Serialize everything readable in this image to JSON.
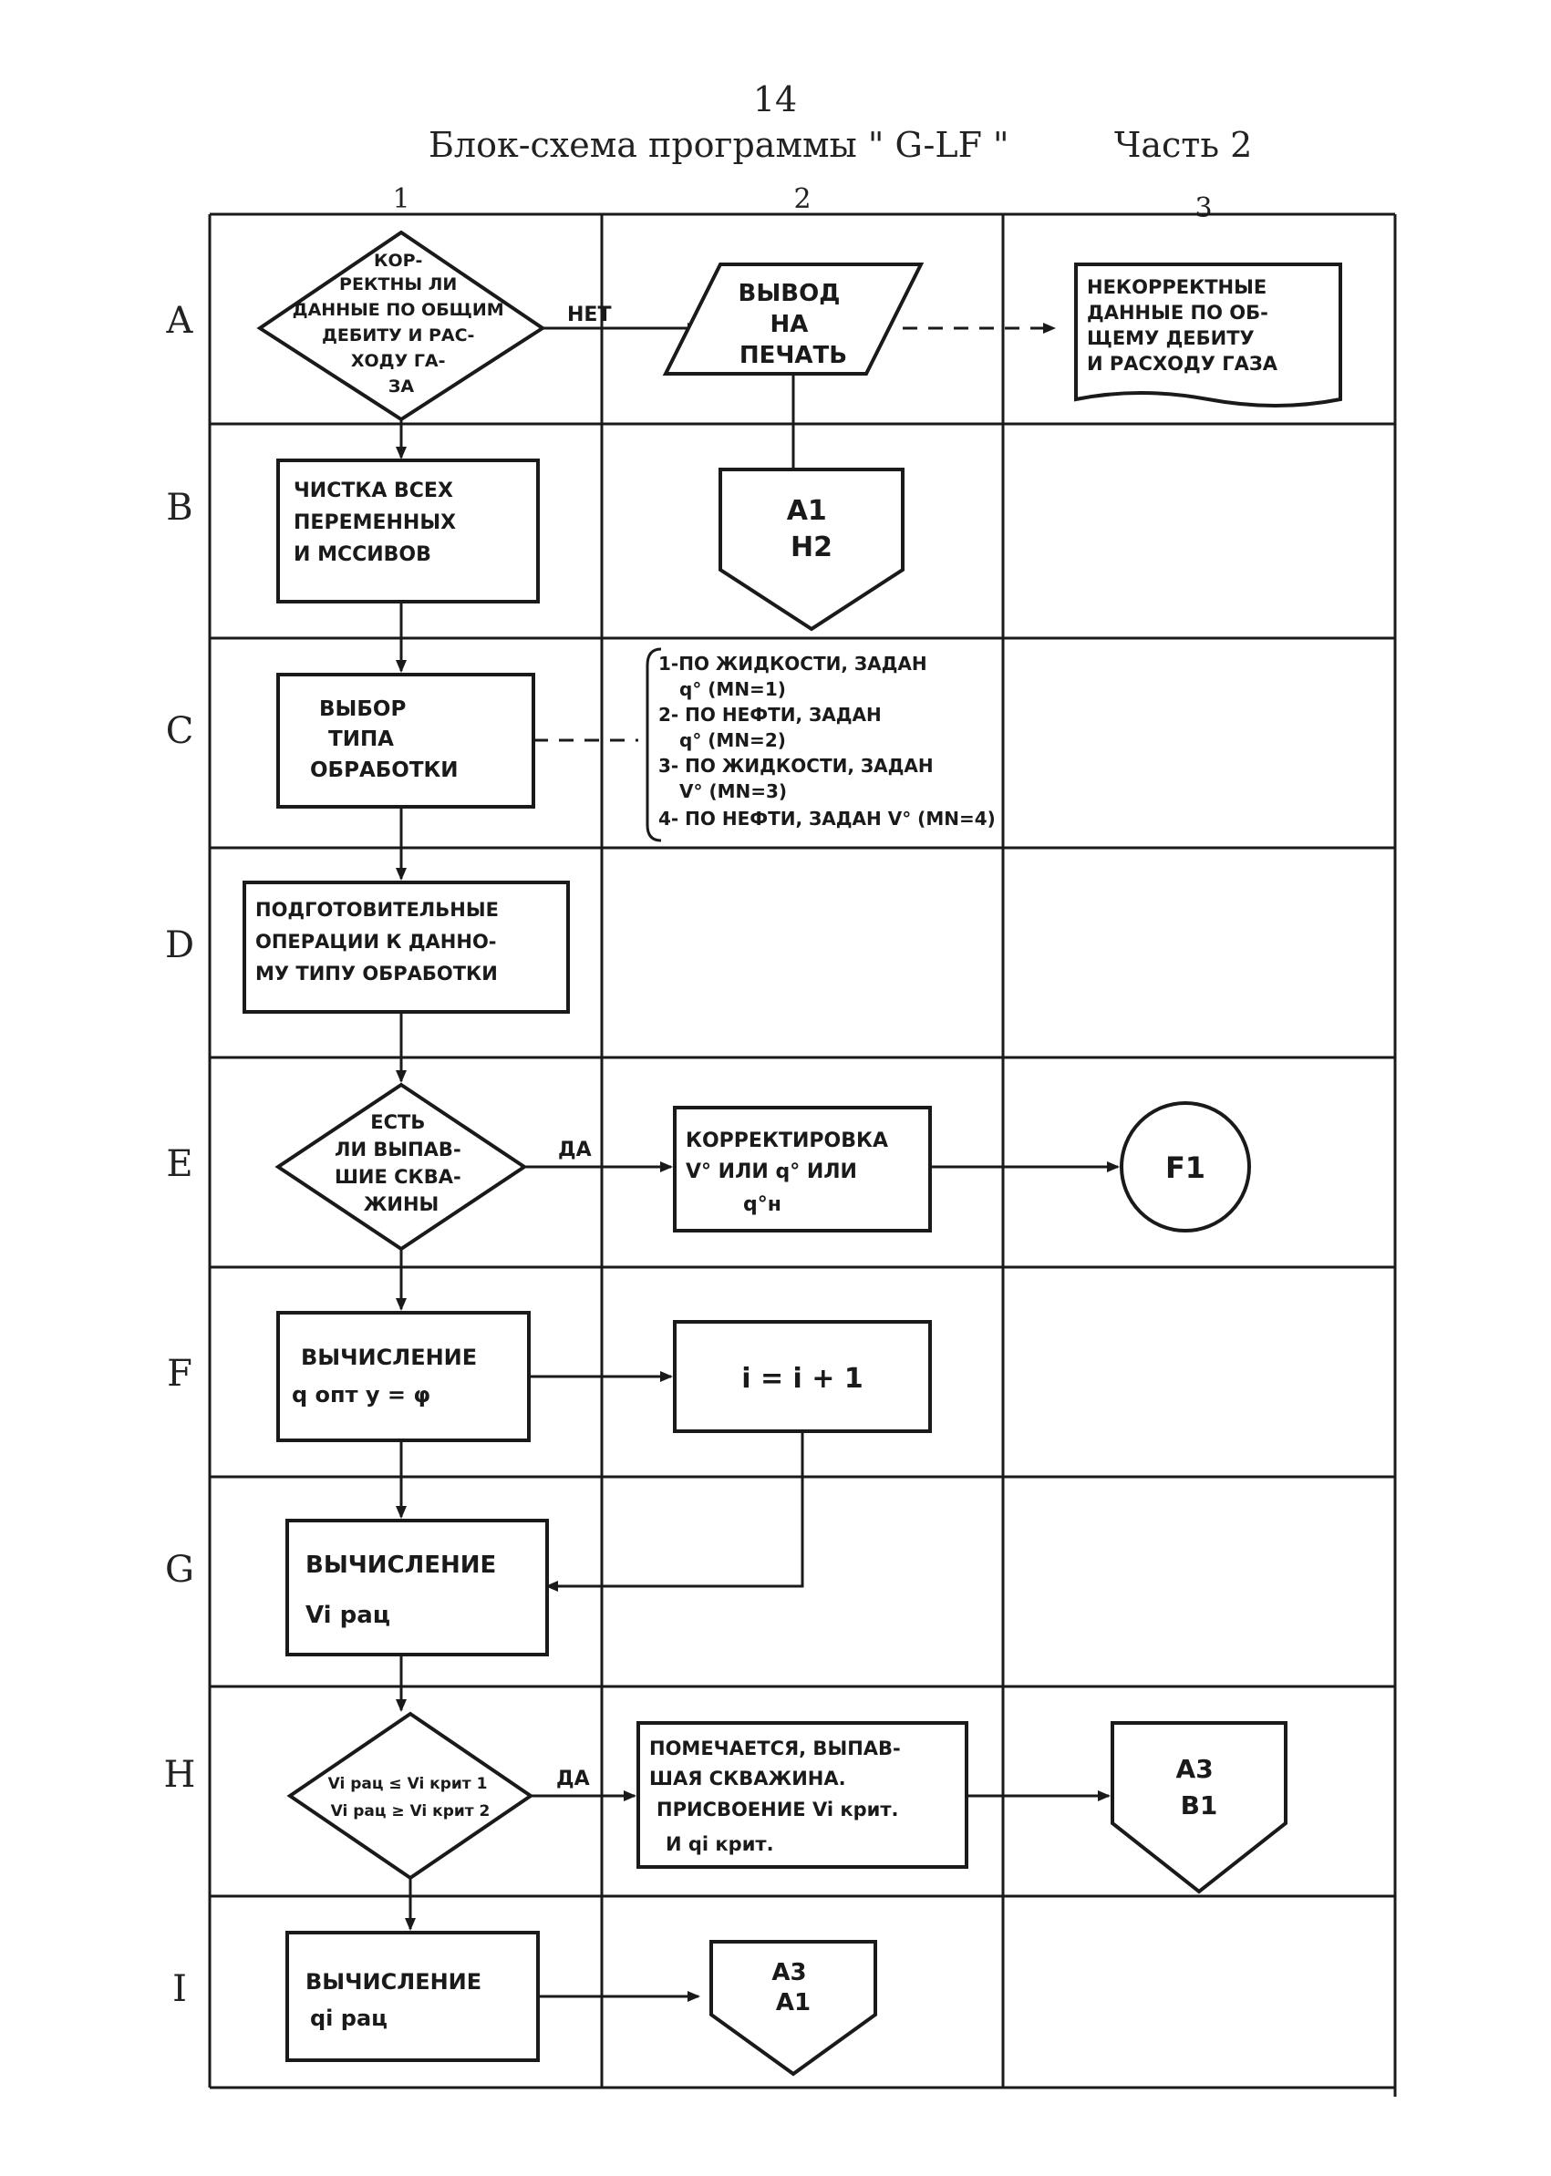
{
  "page": {
    "page_number": "14",
    "title": "Блок-схема программы \" G-LF \"",
    "part": "Часть 2",
    "columns": [
      "1",
      "2",
      "3"
    ],
    "rows": [
      "A",
      "B",
      "C",
      "D",
      "E",
      "F",
      "G",
      "H",
      "I"
    ]
  },
  "edges": {
    "no": "НЕТ",
    "yes_e": "ДА",
    "yes_h": "ДА"
  },
  "nodes": {
    "a1": [
      "КОР-",
      "РЕКТНЫ ЛИ",
      "ДАННЫЕ ПО ОБЩИМ",
      "ДЕБИТУ И РАС-",
      "ХОДУ ГА-",
      "ЗА"
    ],
    "a2": [
      "ВЫВОД",
      "НА",
      "ПЕЧАТЬ"
    ],
    "a3": [
      "НЕКОРРЕКТНЫЕ",
      "ДАННЫЕ ПО ОБ-",
      "ЩЕМУ ДЕБИТУ",
      "И РАСХОДУ ГАЗА"
    ],
    "b1": [
      "ЧИСТКА ВСЕХ",
      "ПЕРЕМЕННЫХ",
      "И МССИВОВ"
    ],
    "b2": [
      "A1",
      "H2"
    ],
    "c1": [
      "ВЫБОР",
      "ТИПА",
      "ОБРАБОТКИ"
    ],
    "c2": [
      "1-ПО ЖИДКОСТИ, ЗАДАН",
      "q° (MN=1)",
      "2- ПО НЕФТИ, ЗАДАН",
      "q° (MN=2)",
      "3- ПО ЖИДКОСТИ, ЗАДАН",
      "V° (MN=3)",
      "4- ПО НЕФТИ, ЗАДАН V° (MN=4)"
    ],
    "d1": [
      "ПОДГОТОВИТЕЛЬНЫЕ",
      "ОПЕРАЦИИ К ДАННО-",
      "МУ ТИПУ ОБРАБОТКИ"
    ],
    "e1": [
      "ЕСТЬ",
      "ЛИ ВЫПАВ-",
      "ШИЕ СКВА-",
      "ЖИНЫ"
    ],
    "e2": [
      "КОРРЕКТИРОВКА",
      "V° ИЛИ q° ИЛИ",
      "q°н"
    ],
    "e3": [
      "F1"
    ],
    "f1": [
      "ВЫЧИСЛЕНИЕ",
      "q опт  y = φ"
    ],
    "f2": [
      "i = i + 1"
    ],
    "g1": [
      "ВЫЧИСЛЕНИЕ",
      "Vi рац"
    ],
    "h1": [
      "Vi рац ≤ Vi крит 1",
      "Vi рац ≥ Vi крит 2"
    ],
    "h2": [
      "ПОМЕЧАЕТСЯ, ВЫПАВ-",
      "ШАЯ СКВАЖИНА.",
      "ПРИСВОЕНИЕ Vi крит.",
      "И qi крит."
    ],
    "h3": [
      "A3",
      "B1"
    ],
    "i1": [
      "ВЫЧИСЛЕНИЕ",
      "qi рац"
    ],
    "i2": [
      "A3",
      "A1"
    ]
  }
}
